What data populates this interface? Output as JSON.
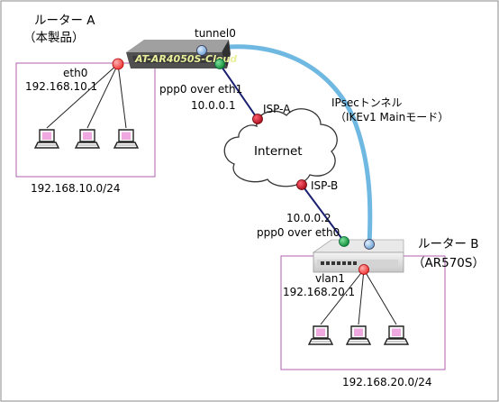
{
  "router_a": {
    "name": "ルーター A",
    "note": "（本製品）",
    "model": "AT-AR4050S-Cloud",
    "lan_if": "eth0",
    "lan_ip": "192.168.10.1",
    "lan_net": "192.168.10.0/24",
    "tunnel_if": "tunnel0",
    "wan_if": "ppp0 over eth1",
    "wan_ip": "10.0.0.1"
  },
  "router_b": {
    "name": "ルーター B",
    "note": "（AR570S）",
    "lan_if": "vlan1",
    "lan_ip": "192.168.20.1",
    "lan_net": "192.168.20.0/24",
    "wan_if": "ppp0 over eth0",
    "wan_ip": "10.0.0.2"
  },
  "internet": {
    "label": "Internet",
    "isp_a": "ISP-A",
    "isp_b": "ISP-B"
  },
  "tunnel": {
    "label": "IPsecトンネル",
    "mode": "（IKEv1 Mainモード）"
  },
  "colors": {
    "tunnel": "#6fb8e2",
    "lan_box": "#b05fae",
    "lan_port": "#ff4a4a",
    "wan_port": "#13a63e",
    "isp_node": "#c21628",
    "wan_link": "#1a2070",
    "pc_screen": "#f0a8e0",
    "tunnel_port": "#7fb4dc"
  }
}
